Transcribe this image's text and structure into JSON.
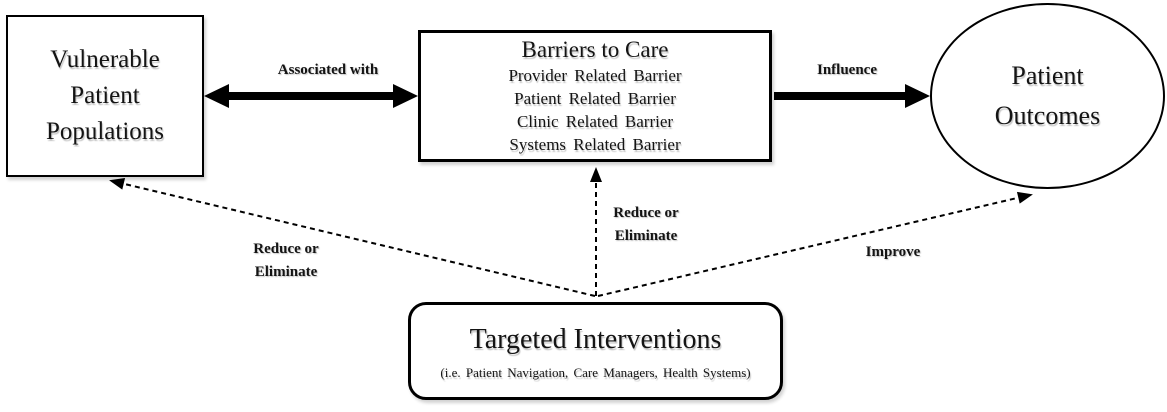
{
  "diagram": {
    "nodes": {
      "vulnerable": {
        "lines": [
          "Vulnerable",
          "Patient",
          "Populations"
        ]
      },
      "barriers": {
        "title": "Barriers to Care",
        "items": [
          "Provider Related Barrier",
          "Patient Related Barrier",
          "Clinic Related Barrier",
          "Systems Related Barrier"
        ]
      },
      "outcomes": {
        "lines": [
          "Patient",
          "Outcomes"
        ]
      },
      "interventions": {
        "title": "Targeted Interventions",
        "subtitle": "(i.e. Patient Navigation, Care Managers, Health Systems)"
      }
    },
    "edges": {
      "associated_with": {
        "label": "Associated with",
        "style": "solid-thick-double"
      },
      "influence": {
        "label": "Influence",
        "style": "solid-thick"
      },
      "reduce_left": {
        "line1": "Reduce or",
        "line2": "Eliminate",
        "style": "dashed"
      },
      "reduce_center": {
        "line1": "Reduce or",
        "line2": "Eliminate",
        "style": "dashed"
      },
      "improve": {
        "label": "Improve",
        "style": "dashed"
      }
    },
    "colors": {
      "stroke": "#000000",
      "background": "#ffffff",
      "text": "#141414"
    }
  }
}
